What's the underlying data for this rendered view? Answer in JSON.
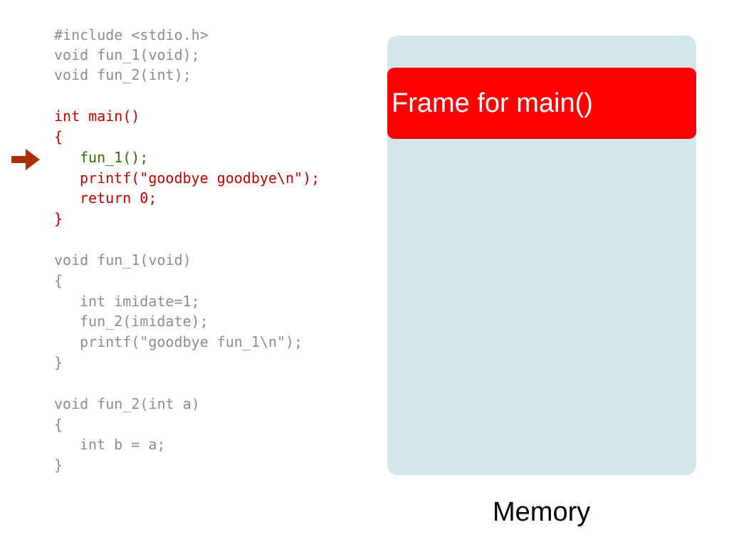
{
  "code": {
    "lines": [
      "#include <stdio.h>",
      "void fun_1(void);",
      "void fun_2(int);",
      "int main()",
      "{",
      "fun_1();",
      "printf(\"goodbye goodbye\\n\");",
      "return 0;",
      "}",
      "void fun_1(void)",
      "{",
      "int imidate=1;",
      "fun_2(imidate);",
      "printf(\"goodbye fun_1\\n\");",
      "}",
      "void fun_2(int a)",
      "{",
      "int b = a;",
      "}"
    ],
    "current_line": 5,
    "current_line_arrow_icon": "right-arrow-icon"
  },
  "memory": {
    "label": "Memory",
    "frames": [
      {
        "label": "Frame for main()"
      }
    ]
  },
  "colors": {
    "inactive_code": "#8c8c8c",
    "active_code": "#c00000",
    "current_line": "#2e6b00",
    "arrow": "#a83209",
    "memory_background": "#d1e7e9",
    "frame_main": "#ff0000"
  }
}
